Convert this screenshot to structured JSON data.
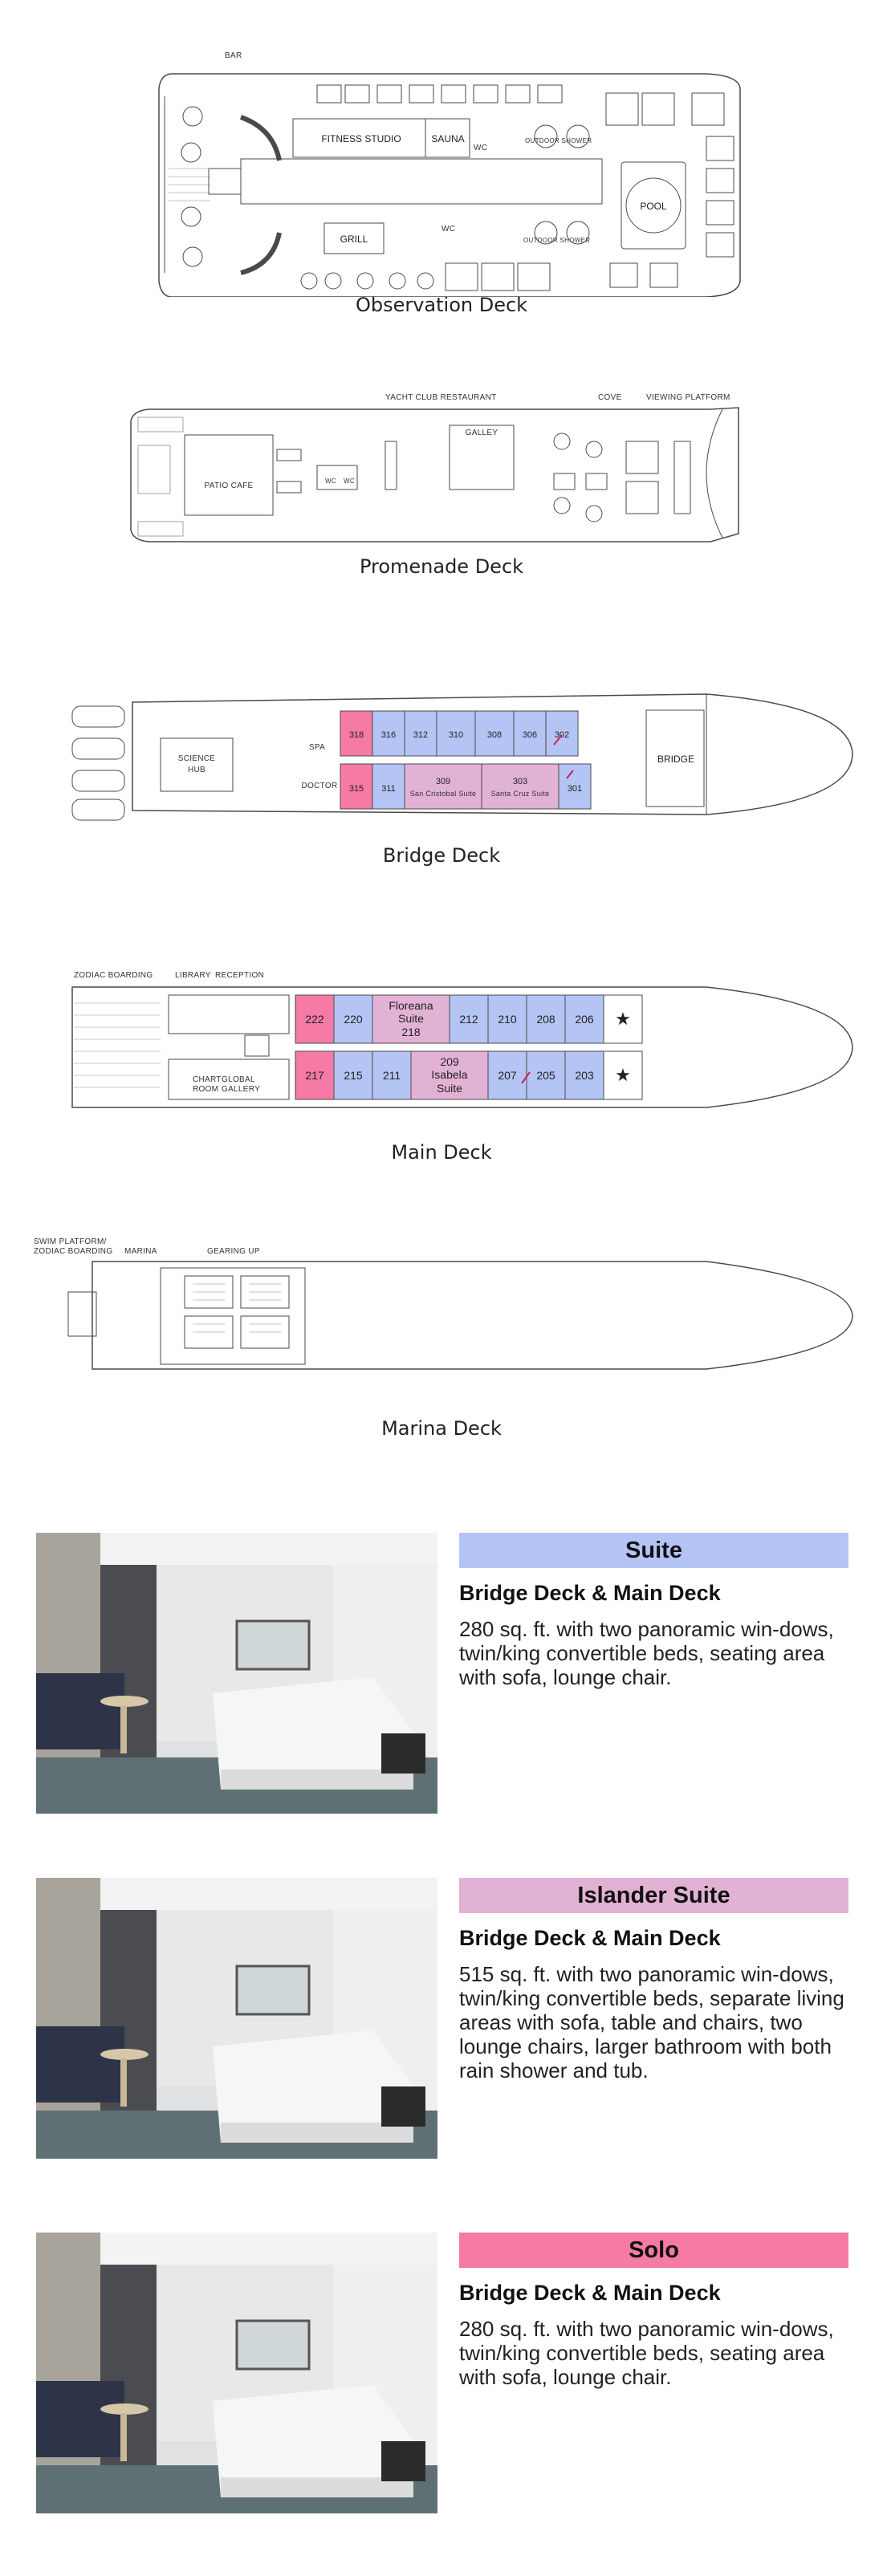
{
  "colors": {
    "suite": "#b4c4f4",
    "islander": "#e2b2d4",
    "solo": "#f57aa5",
    "line": "#4a4a4a"
  },
  "decks": {
    "observation": {
      "name": "Observation Deck",
      "labels": {
        "bar": "BAR",
        "fitness": "FITNESS STUDIO",
        "sauna": "SAUNA",
        "wc": "WC",
        "outdoor_shower": "OUTDOOR SHOWER",
        "pool": "POOL",
        "grill": "GRILL"
      }
    },
    "promenade": {
      "name": "Promenade Deck",
      "labels": {
        "yacht_club": "YACHT CLUB RESTAURANT",
        "cove": "COVE",
        "viewing_platform": "VIEWING PLATFORM",
        "galley": "GALLEY",
        "patio_cafe": "PATIO CAFE",
        "wc": "WC"
      }
    },
    "bridge": {
      "name": "Bridge Deck",
      "labels": {
        "science_hub_1": "SCIENCE",
        "science_hub_2": "HUB",
        "spa": "SPA",
        "doctor": "DOCTOR",
        "bridge": "BRIDGE"
      },
      "top_cabins": [
        "318",
        "316",
        "312",
        "310",
        "308",
        "306",
        "302"
      ],
      "bottom_cabins": [
        "315",
        "311",
        "309",
        "San Cristobal Suite",
        "303",
        "Santa Cruz Suite",
        "301"
      ]
    },
    "main": {
      "name": "Main Deck",
      "labels": {
        "zodiac": "ZODIAC BOARDING",
        "library": "LIBRARY",
        "reception": "RECEPTION",
        "chart_room_1": "CHART",
        "chart_room_2": "ROOM",
        "global_gallery_1": "GLOBAL",
        "global_gallery_2": "GALLERY",
        "star": "★"
      },
      "top_cabins": [
        "222",
        "220",
        "Floreana",
        "Suite",
        "218",
        "212",
        "210",
        "208",
        "206"
      ],
      "bottom_cabins": [
        "217",
        "215",
        "211",
        "209",
        "Isabela",
        "Suite",
        "207",
        "205",
        "203"
      ]
    },
    "marina": {
      "name": "Marina Deck",
      "labels": {
        "swim_platform_1": "SWIM PLATFORM/",
        "swim_platform_2": "ZODIAC BOARDING",
        "marina": "MARINA",
        "gearing_up": "GEARING UP"
      }
    }
  },
  "categories": [
    {
      "title": "Suite",
      "decks": "Bridge Deck & Main Deck",
      "description": "280 sq. ft. with two panoramic win-dows, twin/king convertible beds, seating area with sofa, lounge chair.",
      "color": "#b4c4f4"
    },
    {
      "title": "Islander Suite",
      "decks": "Bridge Deck & Main Deck",
      "description": "515 sq. ft. with two panoramic win-dows, twin/king convertible beds, separate living areas with sofa, table and chairs, two lounge chairs, larger bathroom with both rain shower and tub.",
      "color": "#e2b2d4"
    },
    {
      "title": "Solo",
      "decks": "Bridge Deck & Main Deck",
      "description": "280 sq. ft. with two panoramic win-dows, twin/king convertible beds, seating area with sofa, lounge chair.",
      "color": "#f57aa5"
    }
  ]
}
